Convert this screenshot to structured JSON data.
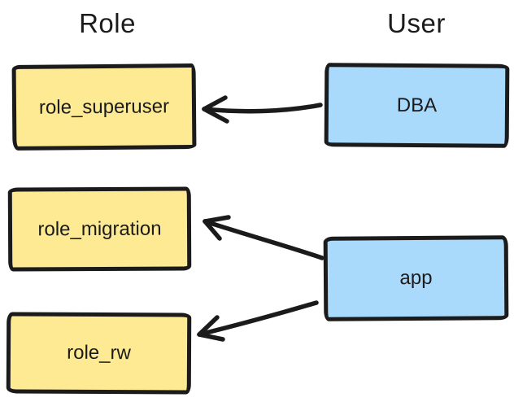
{
  "diagram": {
    "column_headers": [
      {
        "label": "Role"
      },
      {
        "label": "User"
      }
    ],
    "role_nodes": [
      {
        "label": "role_superuser"
      },
      {
        "label": "role_migration"
      },
      {
        "label": "role_rw"
      }
    ],
    "user_nodes": [
      {
        "label": "DBA"
      },
      {
        "label": "app"
      }
    ],
    "edges": [
      {
        "from": "DBA",
        "to": "role_superuser"
      },
      {
        "from": "app",
        "to": "role_migration"
      },
      {
        "from": "app",
        "to": "role_rw"
      }
    ],
    "colors": {
      "role_fill": "#fdea93",
      "user_fill": "#a9d9fb",
      "stroke": "#1b1b1b",
      "background": "#ffffff"
    }
  }
}
